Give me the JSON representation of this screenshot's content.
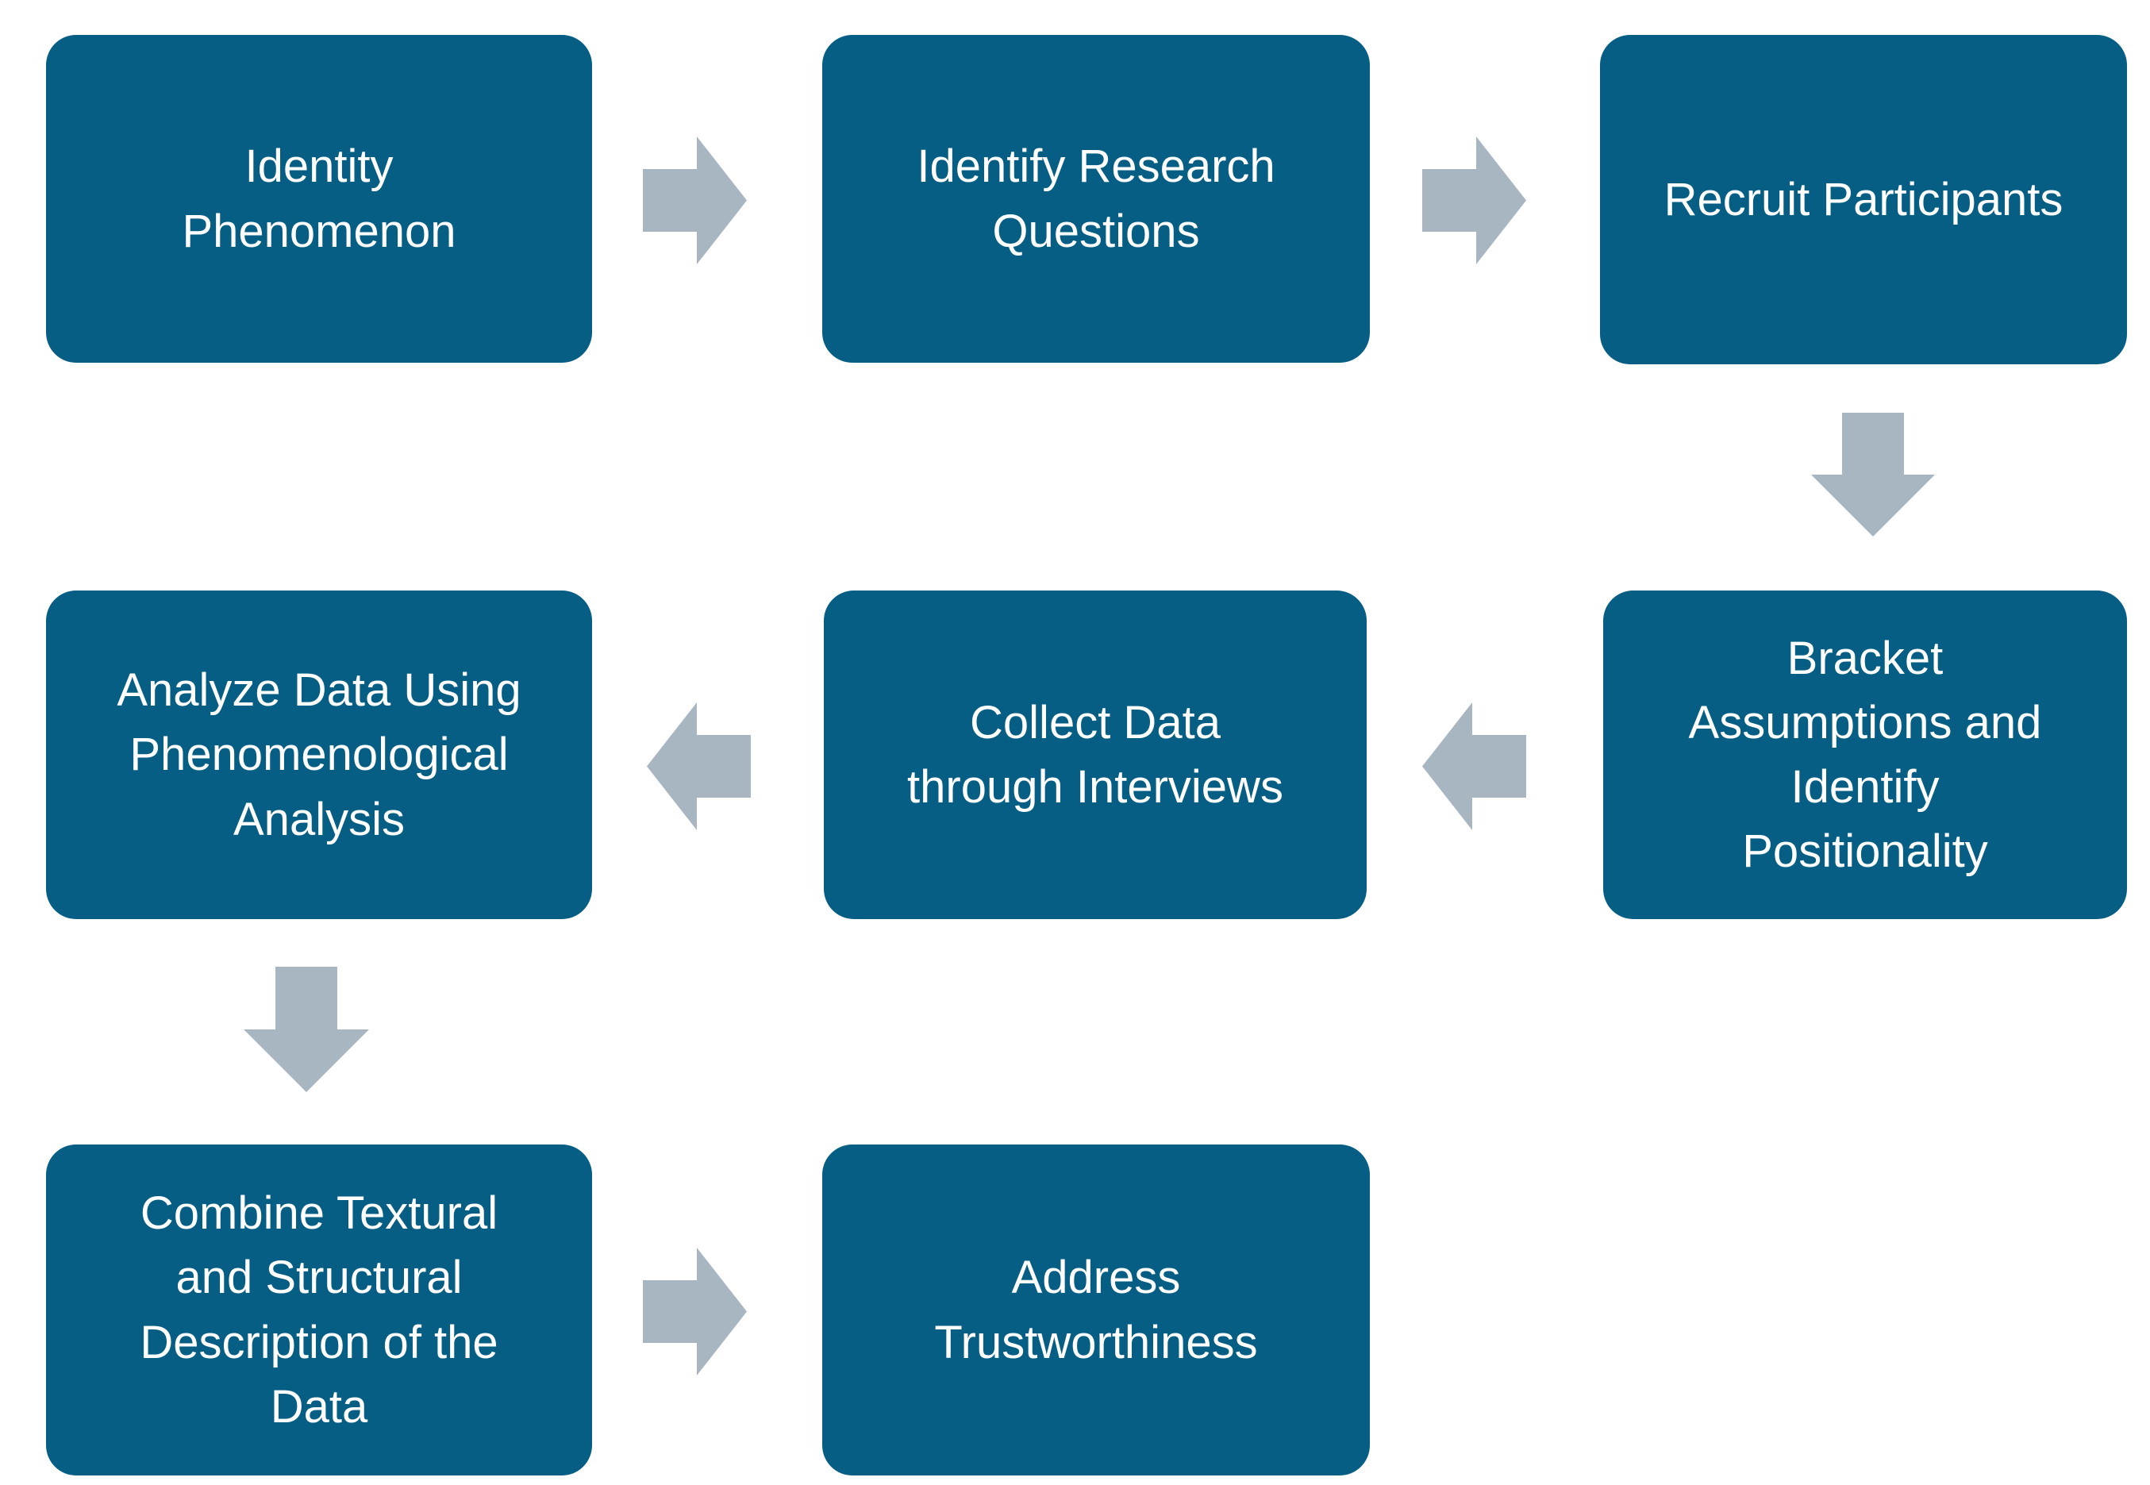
{
  "colors": {
    "background": "#FFFFFF",
    "node_fill": "#065E84",
    "node_text": "#FFFFFF",
    "arrow_fill": "#A8B6C2"
  },
  "diagram": {
    "type": "flowchart",
    "nodes": [
      {
        "id": "identity-phenomenon",
        "label": "Identity\nPhenomenon",
        "row": 1,
        "col": 1
      },
      {
        "id": "identify-research-questions",
        "label": "Identify Research\nQuestions",
        "row": 1,
        "col": 2
      },
      {
        "id": "recruit-participants",
        "label": "Recruit Participants",
        "row": 1,
        "col": 3
      },
      {
        "id": "bracket-assumptions-identify-positionality",
        "label": "Bracket\nAssumptions and\nIdentify\nPositionality",
        "row": 2,
        "col": 3
      },
      {
        "id": "collect-data-through-interviews",
        "label": "Collect Data\nthrough Interviews",
        "row": 2,
        "col": 2
      },
      {
        "id": "analyze-data-phenomenological-analysis",
        "label": "Analyze Data Using\nPhenomenological\nAnalysis",
        "row": 2,
        "col": 1
      },
      {
        "id": "combine-textural-structural-description",
        "label": "Combine Textural\nand Structural\nDescription of the\nData",
        "row": 3,
        "col": 1
      },
      {
        "id": "address-trustworthiness",
        "label": "Address\nTrustworthiness",
        "row": 3,
        "col": 2
      }
    ],
    "connections": [
      {
        "from": "identity-phenomenon",
        "to": "identify-research-questions",
        "direction": "right"
      },
      {
        "from": "identify-research-questions",
        "to": "recruit-participants",
        "direction": "right"
      },
      {
        "from": "recruit-participants",
        "to": "bracket-assumptions-identify-positionality",
        "direction": "down"
      },
      {
        "from": "bracket-assumptions-identify-positionality",
        "to": "collect-data-through-interviews",
        "direction": "left"
      },
      {
        "from": "collect-data-through-interviews",
        "to": "analyze-data-phenomenological-analysis",
        "direction": "left"
      },
      {
        "from": "analyze-data-phenomenological-analysis",
        "to": "combine-textural-structural-description",
        "direction": "down"
      },
      {
        "from": "combine-textural-structural-description",
        "to": "address-trustworthiness",
        "direction": "right"
      }
    ]
  }
}
